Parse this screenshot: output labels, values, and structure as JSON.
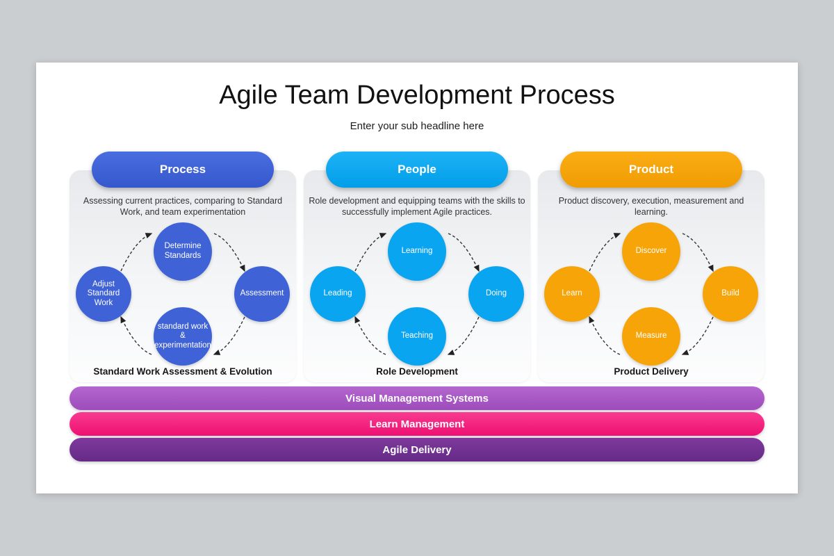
{
  "slide": {
    "title": "Agile Team Development Process",
    "subtitle": "Enter your sub headline here"
  },
  "columns": [
    {
      "header": "Process",
      "header_color": "#3f62d6",
      "description": "Assessing current practices, comparing to Standard Work, and team experimentation",
      "caption": "Standard Work Assessment & Evolution",
      "circle_color": "#3f62d6",
      "nodes": {
        "top": "Determine Standards",
        "right": "Assessment",
        "bottom": "standard work & experimentation",
        "left": "Adjust Standard Work"
      }
    },
    {
      "header": "People",
      "header_color": "#0aa5f0",
      "description": "Role development and equipping teams with the skills to successfully implement Agile practices.",
      "caption": "Role Development",
      "circle_color": "#0aa5f0",
      "nodes": {
        "top": "Learning",
        "right": "Doing",
        "bottom": "Teaching",
        "left": "Leading"
      }
    },
    {
      "header": "Product",
      "header_color": "#f7a409",
      "description": "Product discovery, execution, measurement and learning.",
      "caption": "Product Delivery",
      "circle_color": "#f7a409",
      "nodes": {
        "top": "Discover",
        "right": "Build",
        "bottom": "Measure",
        "left": "Learn"
      }
    }
  ],
  "bars": [
    {
      "label": "Visual Management Systems",
      "color": "#a757c5"
    },
    {
      "label": "Learn Management",
      "color": "#ee0f72"
    },
    {
      "label": "Agile Delivery",
      "color": "#6c2d8e"
    }
  ]
}
